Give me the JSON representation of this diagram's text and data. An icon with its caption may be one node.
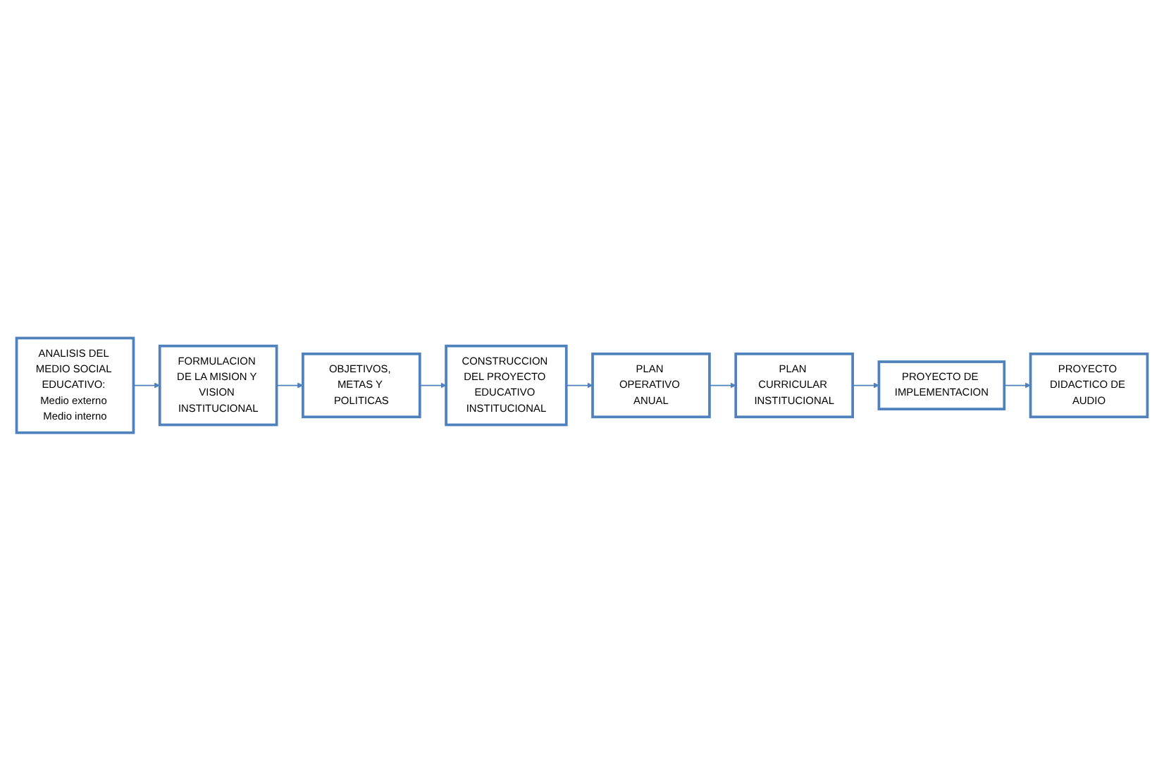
{
  "diagram": {
    "nodes": [
      {
        "text": [
          "ANALISIS DEL MEDIO SOCIAL EDUCATIVO: Medio externo Medio interno"
        ]
      },
      {
        "text": [
          "FORMULACION DE LA MISION Y VISION INSTITUCIONAL"
        ]
      },
      {
        "text": [
          "OBJETIVOS, METAS Y POLITICAS"
        ]
      },
      {
        "text": [
          "CONSTRUCCION DEL PROYECTO EDUCATIVO INSTITUCIONAL"
        ]
      },
      {
        "text": [
          "PLAN OPERATIVO ANUAL"
        ]
      },
      {
        "text": [
          "PLAN CURRICULAR INSTITUCIONAL"
        ]
      },
      {
        "text": [
          "PROYECTO DE IMPLEMENTACION"
        ]
      },
      {
        "text": [
          "PROYECTO DIDACTICO DE AUDIO"
        ]
      }
    ],
    "edges": [
      {
        "from": 0,
        "to": 1,
        "arrow": "to"
      },
      {
        "from": 1,
        "to": 2,
        "arrow": "to"
      },
      {
        "from": 2,
        "to": 3,
        "arrow": "to"
      },
      {
        "from": 3,
        "to": 4,
        "arrow": "to"
      },
      {
        "from": 4,
        "to": 5,
        "arrow": "to"
      },
      {
        "from": 5,
        "to": 6,
        "arrow": "to"
      },
      {
        "from": 6,
        "to": 7,
        "arrow": "to"
      }
    ]
  }
}
